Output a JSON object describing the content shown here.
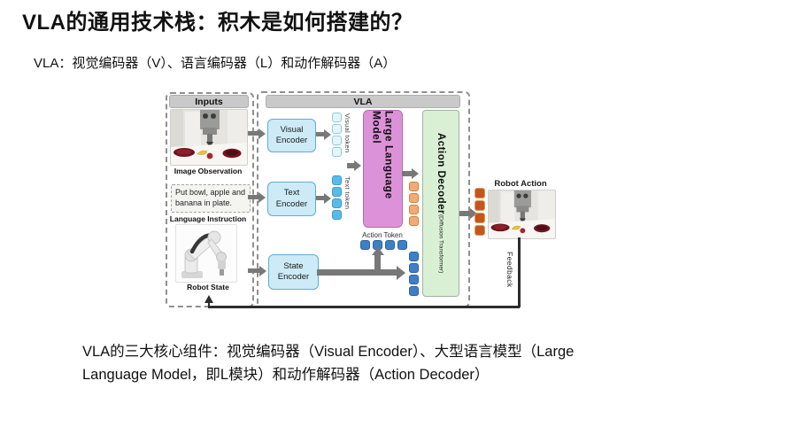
{
  "slide": {
    "title": "VLA的通用技术栈：积木是如何搭建的？",
    "subtitle": "VLA：视觉编码器（V）、语言编码器（L）和动作解码器（A）",
    "footer": "VLA的三大核心组件：视觉编码器（Visual Encoder）、大型语言模型（Large Language Model，即L模块）和动作解码器（Action Decoder）"
  },
  "diagram": {
    "inputs": {
      "header": "Inputs",
      "image_observation_label": "Image Observation",
      "instruction_text": "Put bowl, apple and banana in plate.",
      "language_instruction_label": "Language Instruction",
      "robot_state_label": "Robot State"
    },
    "vla": {
      "header": "VLA",
      "visual_encoder": "Visual Encoder",
      "text_encoder": "Text Encoder",
      "state_encoder": "State Encoder",
      "visual_token_label": "Visual token",
      "text_token_label": "Text token",
      "action_token_label": "Action Token",
      "llm_label": "Large Language Model",
      "action_decoder_label": "Action Decoder",
      "action_decoder_sub": "(Diffusion Transformer)"
    },
    "output": {
      "robot_action_label": "Robot Action",
      "feedback_label": "Feedback"
    },
    "tokens": {
      "visual": {
        "count": 4
      },
      "text": {
        "count": 4
      },
      "action_row": {
        "count": 4
      },
      "llm_out": {
        "count": 4
      },
      "decoder_in": {
        "count": 4
      },
      "output": {
        "count": 4
      }
    },
    "colors": {
      "header_bg": "#c9c9c9",
      "arrow": "#787878",
      "encoder_fill": "#cdeaf7",
      "encoder_border": "#5fadd2",
      "visual_token_fill": "#e4f4f9",
      "visual_token_border": "#8fcbde",
      "text_token_fill": "#58bbe9",
      "text_token_border": "#3d9cc9",
      "action_token_fill": "#3e80c6",
      "action_token_border": "#2b62a0",
      "llm_out_fill": "#f2aa79",
      "llm_out_border": "#d3812f",
      "output_token_fill": "#c2571c",
      "output_token_border": "#e09a60",
      "llm_fill": "#dc92d9",
      "llm_border": "#b26cae",
      "decoder_fill": "#daf0d4",
      "decoder_border": "#a2b3a2"
    }
  }
}
